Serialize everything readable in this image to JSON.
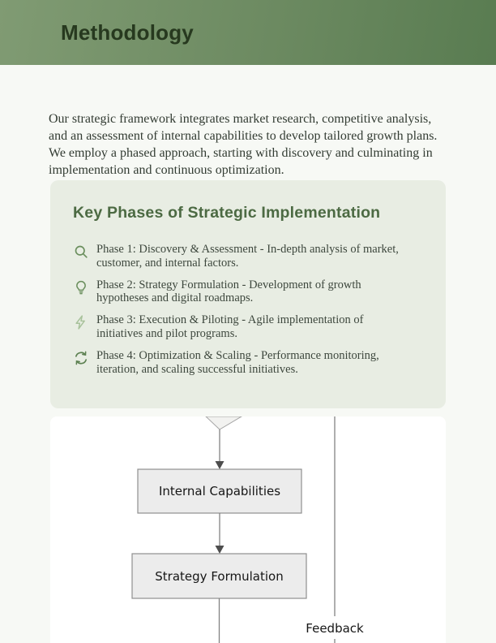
{
  "header": {
    "title": "Methodology"
  },
  "intro": "Our strategic framework integrates market research, competitive analysis, and an assessment of internal capabilities to develop tailored growth plans. We employ a phased approach, starting with discovery and culminating in implementation and continuous optimization.",
  "phases_card": {
    "title": "Key Phases of Strategic Implementation",
    "items": [
      {
        "icon": "search-icon",
        "text": "Phase 1: Discovery & Assessment - In-depth analysis of market, customer, and internal factors."
      },
      {
        "icon": "lightbulb-icon",
        "text": "Phase 2: Strategy Formulation - Development of growth hypotheses and digital roadmaps."
      },
      {
        "icon": "lightning-icon",
        "text": "Phase 3: Execution & Piloting - Agile implementation of initiatives and pilot programs."
      },
      {
        "icon": "refresh-icon",
        "text": "Phase 4: Optimization & Scaling - Performance monitoring, iteration, and scaling successful initiatives."
      }
    ]
  },
  "diagram": {
    "nodes": [
      "Internal Capabilities",
      "Strategy Formulation"
    ],
    "edge_label": "Feedback"
  },
  "colors": {
    "banner_gradient_start": "#809b73",
    "banner_gradient_end": "#597c51",
    "banner_title": "#27391f",
    "page_background": "#f7f9f5",
    "card_background": "#e8ede3",
    "card_title": "#4c6a43",
    "icon_green": "#6b8f5e",
    "icon_green_light": "#a8c29b",
    "flow_box_fill": "#ececec",
    "flow_box_stroke": "#8f8f8f",
    "flow_line": "#828282"
  }
}
